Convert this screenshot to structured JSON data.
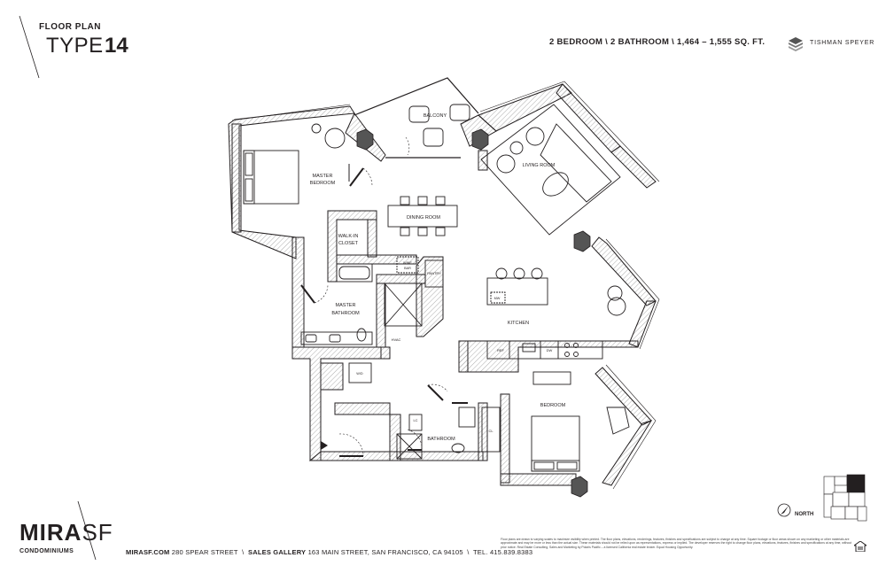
{
  "header": {
    "floor_plan_label": "FLOOR PLAN",
    "type_word": "TYPE",
    "type_number": "14",
    "specs": "2 BEDROOM  \\  2 BATHROOM  \\  1,464 – 1,555 SQ. FT.",
    "developer": "TISHMAN SPEYER"
  },
  "rooms": {
    "balcony": "BALCONY",
    "master_bedroom_1": "MASTER",
    "master_bedroom_2": "BEDROOM",
    "living_room": "LIVING ROOM",
    "dining_room": "DINING ROOM",
    "walk_in_1": "WALK-IN",
    "walk_in_2": "CLOSET",
    "wine_bar_1": "WINE",
    "wine_bar_2": "BAR",
    "pantry": "PANTRY",
    "master_bath_1": "MASTER",
    "master_bath_2": "BATHROOM",
    "hvac": "HVAC",
    "kitchen": "KITCHEN",
    "mw": "MW",
    "ref": "REF",
    "dw": "DW",
    "wd": "W/D",
    "bedroom": "BEDROOM",
    "lc": "LC",
    "cl": "CL",
    "bathroom": "BATHROOM"
  },
  "compass": {
    "label": "NORTH"
  },
  "footer": {
    "brand": "MIRA",
    "brand_suffix": "SF",
    "brand_sub": "CONDOMINIUMS",
    "website": "MIRASF.COM",
    "address": "280 SPEAR STREET",
    "sales_label": "SALES GALLERY",
    "sales_address": "163 MAIN STREET, SAN FRANCISCO, CA 94105",
    "tel": "TEL. 415.839.8383",
    "disclaimer": "Floor plans are drawn to varying scales to maximize visibility when printed. The floor plans, elevations, renderings, features, finishes and specifications are subject to change at any time. Square footage or floor areas shown on any marketing or other materials are approximate and may be more or less than the actual size. These materials should not be relied upon as representations, express or implied. The developer reserves the right to change floor plans, elevations, features, finishes and specifications at any time, without prior notice. Real Estate Consulting, Sales and Marketing by Polaris Pacific – a licensed California real estate broker. Equal Housing Opportunity."
  },
  "colors": {
    "ink": "#231f20",
    "hatch": "#777777"
  }
}
